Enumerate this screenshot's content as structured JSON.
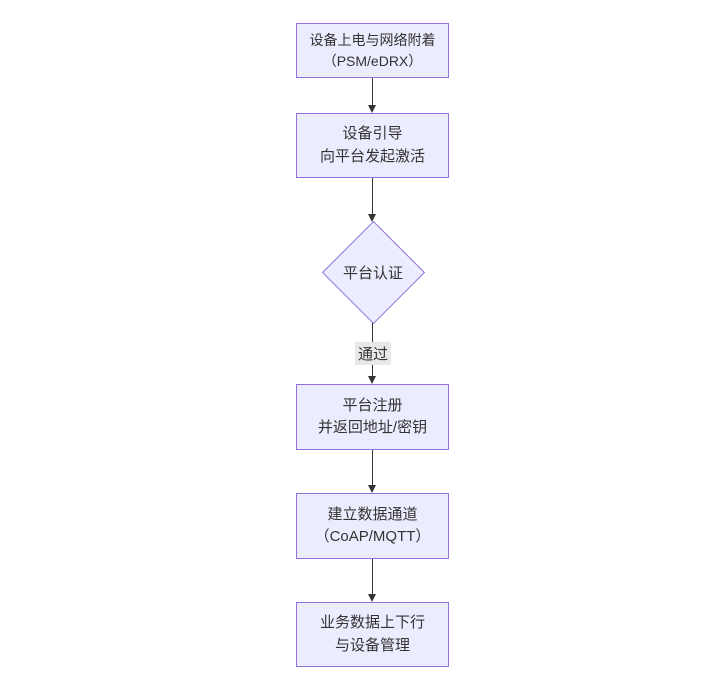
{
  "diagram": {
    "type": "flowchart",
    "direction": "top-down",
    "nodes": [
      {
        "id": "power-attach",
        "shape": "rect",
        "lines": [
          "设备上电与网络附着",
          "（PSM/eDRX）"
        ]
      },
      {
        "id": "bootstrap",
        "shape": "rect",
        "lines": [
          "设备引导",
          "向平台发起激活"
        ]
      },
      {
        "id": "platform-auth",
        "shape": "diamond",
        "lines": [
          "平台认证"
        ]
      },
      {
        "id": "register",
        "shape": "rect",
        "lines": [
          "平台注册",
          "并返回地址/密钥"
        ]
      },
      {
        "id": "data-channel",
        "shape": "rect",
        "lines": [
          "建立数据通道",
          "（CoAP/MQTT）"
        ]
      },
      {
        "id": "business-data",
        "shape": "rect",
        "lines": [
          "业务数据上下行",
          "与设备管理"
        ]
      }
    ],
    "edges": [
      {
        "from": "power-attach",
        "to": "bootstrap",
        "label": ""
      },
      {
        "from": "bootstrap",
        "to": "platform-auth",
        "label": ""
      },
      {
        "from": "platform-auth",
        "to": "register",
        "label": "通过"
      },
      {
        "from": "register",
        "to": "data-channel",
        "label": ""
      },
      {
        "from": "data-channel",
        "to": "business-data",
        "label": ""
      }
    ],
    "edge_label": "通过",
    "colors": {
      "node_fill": "#ececff",
      "node_border": "#9370db",
      "text": "#333333",
      "edge": "#333333",
      "label_bg": "#e8e8e8",
      "background": "#ffffff"
    }
  }
}
